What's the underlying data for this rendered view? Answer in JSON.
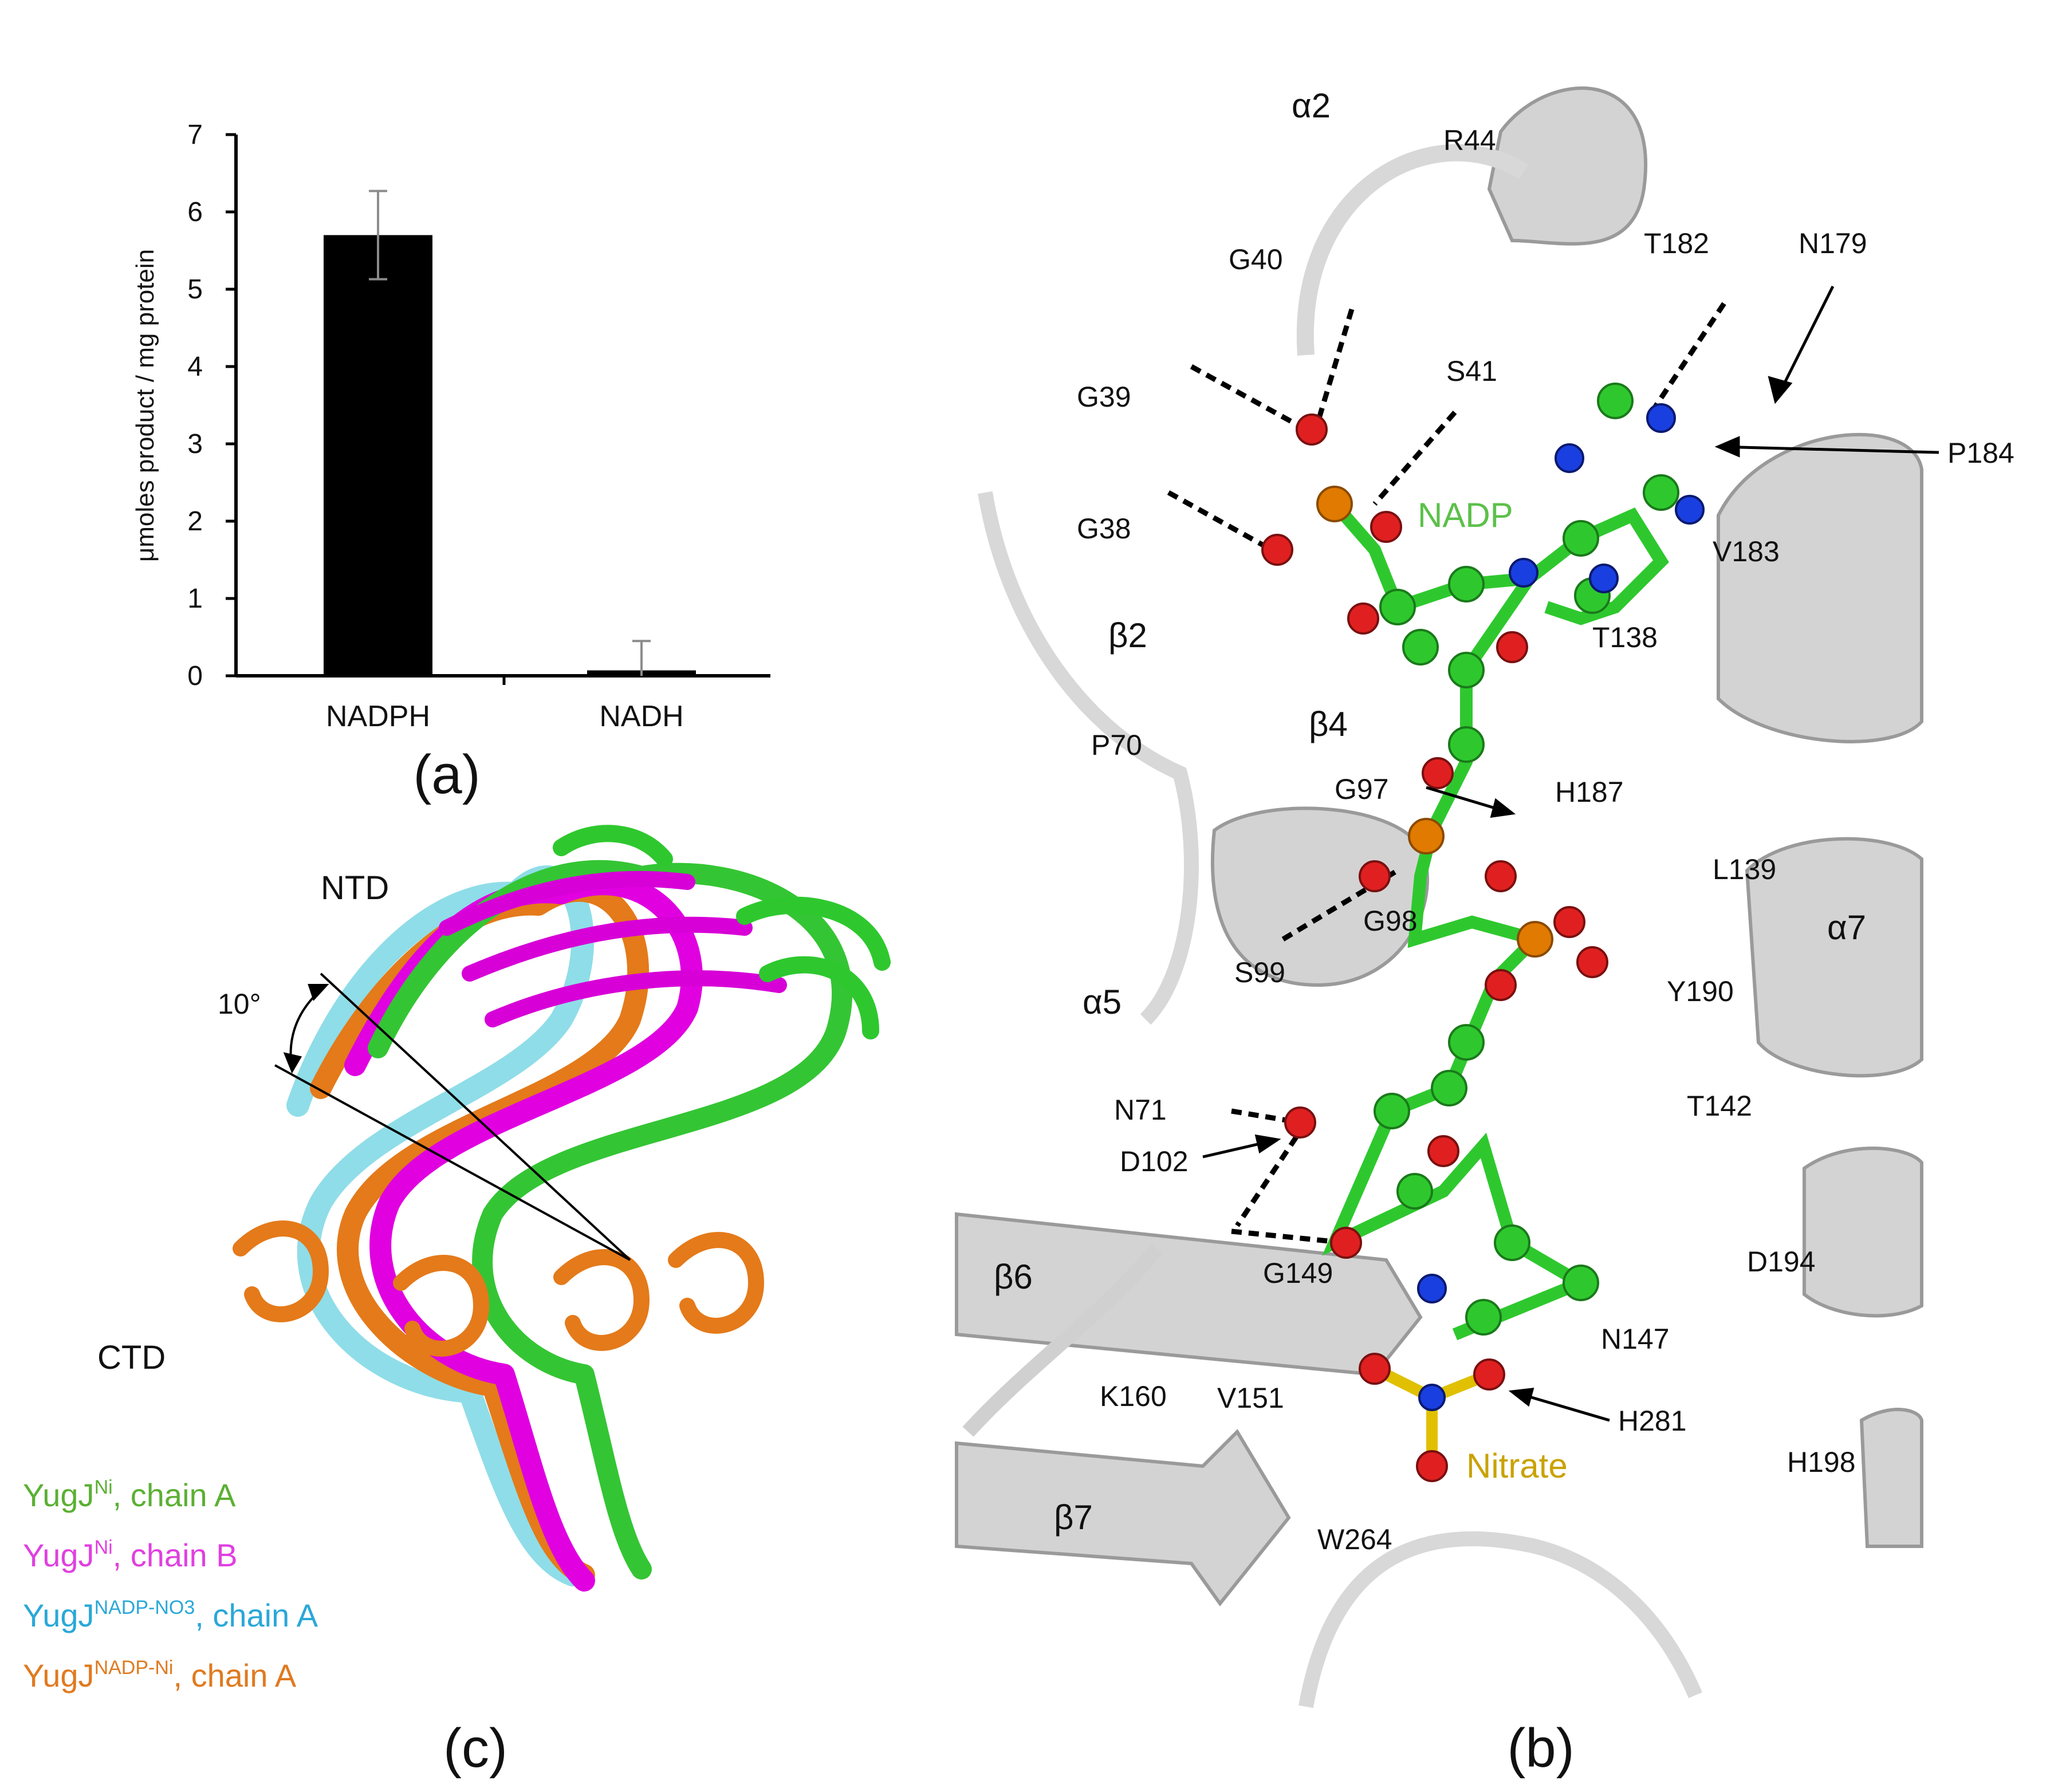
{
  "panels": {
    "a": {
      "label": "(a)"
    },
    "b": {
      "label": "(b)"
    },
    "c": {
      "label": "(c)"
    }
  },
  "chart_data": {
    "type": "bar",
    "categories": [
      "NADPH",
      "NADH"
    ],
    "values": [
      5.7,
      0.07
    ],
    "errors": [
      0.57,
      0.38
    ],
    "ylabel": "μmoles product / mg protein",
    "xlabel": "",
    "ylim": [
      0,
      7
    ],
    "yticks": [
      "0",
      "1",
      "2",
      "3",
      "4",
      "5",
      "6",
      "7"
    ],
    "bar_color": "#000000",
    "grid": false
  },
  "panel_b": {
    "structure_labels": {
      "alpha2": "α2",
      "R44": "R44",
      "G40": "G40",
      "T182": "T182",
      "N179": "N179",
      "S41": "S41",
      "G39": "G39",
      "P184": "P184",
      "G38": "G38",
      "V183": "V183",
      "beta2": "β2",
      "T138": "T138",
      "beta4": "β4",
      "P70": "P70",
      "G97": "G97",
      "H187": "H187",
      "L139": "L139",
      "G98": "G98",
      "S99": "S99",
      "alpha5": "α5",
      "alpha7": "α7",
      "Y190": "Y190",
      "N71": "N71",
      "T142": "T142",
      "D102": "D102",
      "D194": "D194",
      "beta6": "β6",
      "G149": "G149",
      "N147": "N147",
      "K160": "K160",
      "V151": "V151",
      "H281": "H281",
      "H198": "H198",
      "beta7": "β7",
      "W264": "W264"
    },
    "ligand_labels": {
      "nadp": "NADP",
      "nitrate": "Nitrate"
    },
    "colors": {
      "nadp": "#5cc04a",
      "nitrate": "#c9a200",
      "carbon": "#2ec82e",
      "oxygen": "#e02020",
      "nitrogen": "#1a3fe0",
      "phosphorus": "#e07a00",
      "protein": "#cfcfcf"
    }
  },
  "panel_c": {
    "domain_labels": {
      "ntd": "NTD",
      "ctd": "CTD"
    },
    "angle_label": "10°",
    "legend": [
      {
        "base": "YugJ",
        "sup": "Ni",
        "suffix": ", chain A",
        "color": "#5bb033"
      },
      {
        "base": "YugJ",
        "sup": "Ni",
        "suffix": ", chain B",
        "color": "#e040e0"
      },
      {
        "base": "YugJ",
        "sup": "NADP-NO3",
        "suffix": ", chain A",
        "color": "#2aa8d8"
      },
      {
        "base": "YugJ",
        "sup": "NADP-Ni",
        "suffix": ", chain A",
        "color": "#e07a20"
      }
    ]
  }
}
